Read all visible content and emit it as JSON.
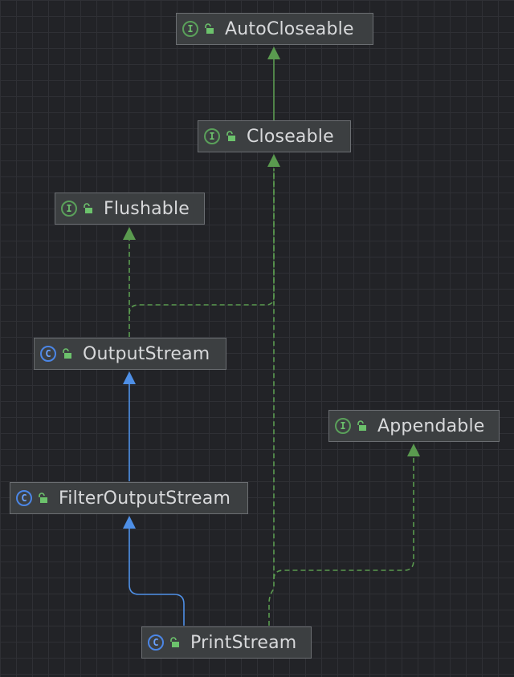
{
  "nodes": {
    "autocloseable": {
      "label": "AutoCloseable",
      "kind": "interface",
      "kind_letter": "I"
    },
    "closeable": {
      "label": "Closeable",
      "kind": "interface",
      "kind_letter": "I"
    },
    "flushable": {
      "label": "Flushable",
      "kind": "interface",
      "kind_letter": "I"
    },
    "outputstream": {
      "label": "OutputStream",
      "kind": "class",
      "kind_letter": "C"
    },
    "appendable": {
      "label": "Appendable",
      "kind": "interface",
      "kind_letter": "I"
    },
    "filteroutputstream": {
      "label": "FilterOutputStream",
      "kind": "class",
      "kind_letter": "C"
    },
    "printstream": {
      "label": "PrintStream",
      "kind": "class",
      "kind_letter": "C"
    }
  },
  "edges": [
    {
      "from": "Closeable",
      "to": "AutoCloseable",
      "type": "extends"
    },
    {
      "from": "OutputStream",
      "to": "Flushable",
      "type": "implements"
    },
    {
      "from": "OutputStream",
      "to": "Closeable",
      "type": "implements"
    },
    {
      "from": "FilterOutputStream",
      "to": "OutputStream",
      "type": "extends"
    },
    {
      "from": "PrintStream",
      "to": "FilterOutputStream",
      "type": "extends"
    },
    {
      "from": "PrintStream",
      "to": "Appendable",
      "type": "implements"
    },
    {
      "from": "PrintStream",
      "to": "Closeable",
      "type": "implements"
    }
  ],
  "colors": {
    "background": "#222327",
    "grid": "#2f3035",
    "node_fill": "#3c3f41",
    "node_border": "#6b6e72",
    "text": "#d8d9db",
    "interface_edge": "#5a9a4f",
    "class_edge": "#4e8fe6",
    "lock": "#6cc26c"
  },
  "icons": {
    "interface": "interface-icon",
    "class": "class-icon",
    "access": "lock-open-icon"
  }
}
